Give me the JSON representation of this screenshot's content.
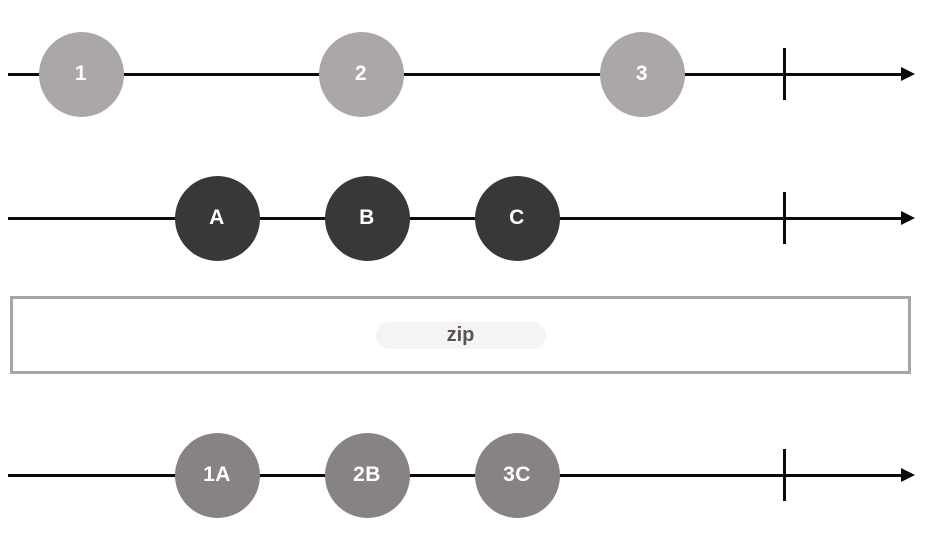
{
  "diagram": {
    "operator": {
      "label": "zip"
    },
    "colors": {
      "source1_marble": "#aba7a7",
      "source2_marble": "#3a3737",
      "result_marble": "#878383",
      "marble_text": "#ffffff",
      "axis": "#0a0a0a",
      "operator_box_border": "#a8a5a5",
      "operator_label_text": "#595454",
      "operator_label_pill": "#f5f3f3"
    },
    "timelines": [
      {
        "events": [
          {
            "label": "1"
          },
          {
            "label": "2"
          },
          {
            "label": "3"
          }
        ]
      },
      {
        "events": [
          {
            "label": "A"
          },
          {
            "label": "B"
          },
          {
            "label": "C"
          }
        ]
      },
      {
        "events": [
          {
            "label": "1A"
          },
          {
            "label": "2B"
          },
          {
            "label": "3C"
          }
        ]
      }
    ]
  }
}
